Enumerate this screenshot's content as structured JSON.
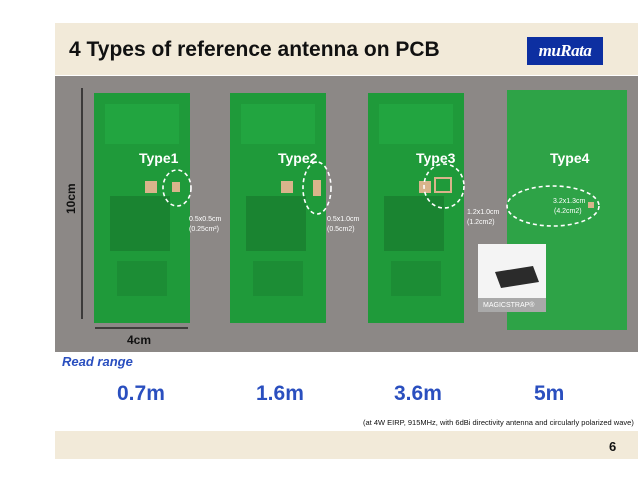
{
  "title": "4 Types of reference antenna on PCB",
  "logo_text": "muRata",
  "boards": [
    {
      "type_label": "Type1",
      "size": "0.5x0.5cm",
      "area": "(0.25cm²)"
    },
    {
      "type_label": "Type2",
      "size": "0.5x1.0cm",
      "area": "(0.5cm2)"
    },
    {
      "type_label": "Type3",
      "size": "1.2x1.0cm",
      "area": "(1.2cm2)"
    },
    {
      "type_label": "Type4",
      "size": "3.2x1.3cm",
      "area": "(4.2cm2)"
    }
  ],
  "dimension_height": "10cm",
  "dimension_width": "4cm",
  "magicstrap_label": "MAGICSTRAP®",
  "read_range_label": "Read range",
  "read_ranges": [
    "0.7m",
    "1.6m",
    "3.6m",
    "5m"
  ],
  "footnote": "(at 4W EIRP, 915MHz, with 6dBi directivity antenna and circularly polarized wave)",
  "page_number": "6",
  "colors": {
    "accent_blue": "#2a4fbf",
    "pcb_green": "#1f9a3a",
    "logo_blue": "#0d2fa1",
    "band": "#f2ead9"
  }
}
